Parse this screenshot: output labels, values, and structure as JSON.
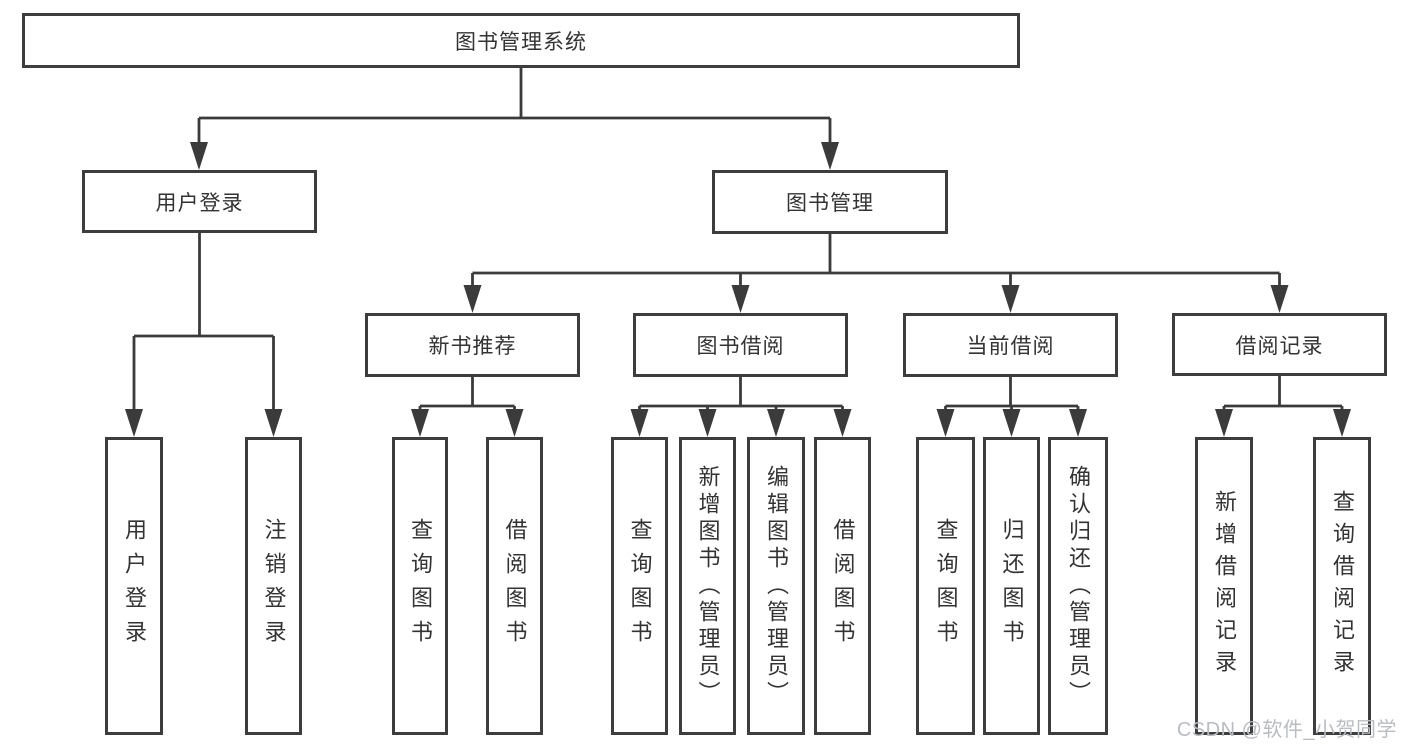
{
  "watermark": "CSDN @软件_小贺同学",
  "colors": {
    "background": "#ffffff",
    "line": "#3b3b3b",
    "box_border": "#3d3d3d",
    "text": "#333333",
    "watermark": "#b9bdc2"
  },
  "nodes": {
    "root": "图书管理系统",
    "user_login": "用户登录",
    "book_management": "图书管理",
    "new_book_recommend": "新书推荐",
    "book_borrowing": "图书借阅",
    "current_borrowing": "当前借阅",
    "borrowing_records": "借阅记录",
    "leaf_user_login": "用户登录",
    "leaf_logout": "注销登录",
    "nb_query_books": "查询图书",
    "nb_borrow_books": "借阅图书",
    "bb_query_books": "查询图书",
    "bb_add_books": "新增图书（管理员）",
    "bb_edit_books": "编辑图书（管理员）",
    "bb_borrow_books": "借阅图书",
    "cb_query_books": "查询图书",
    "cb_return_books": "归还图书",
    "cb_confirm_return": "确认归还（管理员）",
    "br_add_record": "新增借阅记录",
    "br_query_record": "查询借阅记录"
  }
}
